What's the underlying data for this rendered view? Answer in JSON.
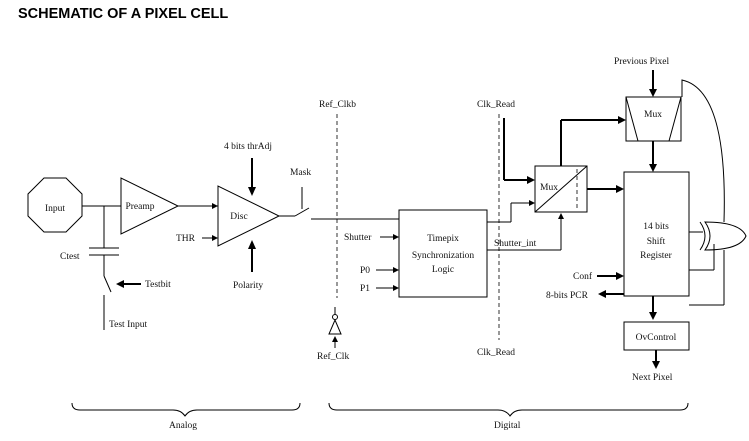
{
  "title": "SCHEMATIC OF A PIXEL CELL",
  "blocks": {
    "input": "Input",
    "preamp": "Preamp",
    "disc": "Disc",
    "timepix_line1": "Timepix",
    "timepix_line2": "Synchronization",
    "timepix_line3": "Logic",
    "mux_top": "Mux",
    "mux_mid": "Mux",
    "shift_line1": "14 bits",
    "shift_line2": "Shift",
    "shift_line3": "Register",
    "ovcontrol": "OvControl"
  },
  "signals": {
    "ctest": "Ctest",
    "testbit": "Testbit",
    "test_input": "Test Input",
    "thr": "THR",
    "thr_adj": "4 bits thrAdj",
    "polarity": "Polarity",
    "mask": "Mask",
    "ref_clkb": "Ref_Clkb",
    "ref_clk": "Ref_Clk",
    "shutter": "Shutter",
    "p0": "P0",
    "p1": "P1",
    "shutter_int": "Shutter_int",
    "clk_read_top": "Clk_Read",
    "clk_read_bottom": "Clk_Read",
    "previous_pixel": "Previous Pixel",
    "next_pixel": "Next Pixel",
    "conf": "Conf",
    "pcr": "8-bits PCR"
  },
  "sections": {
    "analog": "Analog",
    "digital": "Digital"
  }
}
